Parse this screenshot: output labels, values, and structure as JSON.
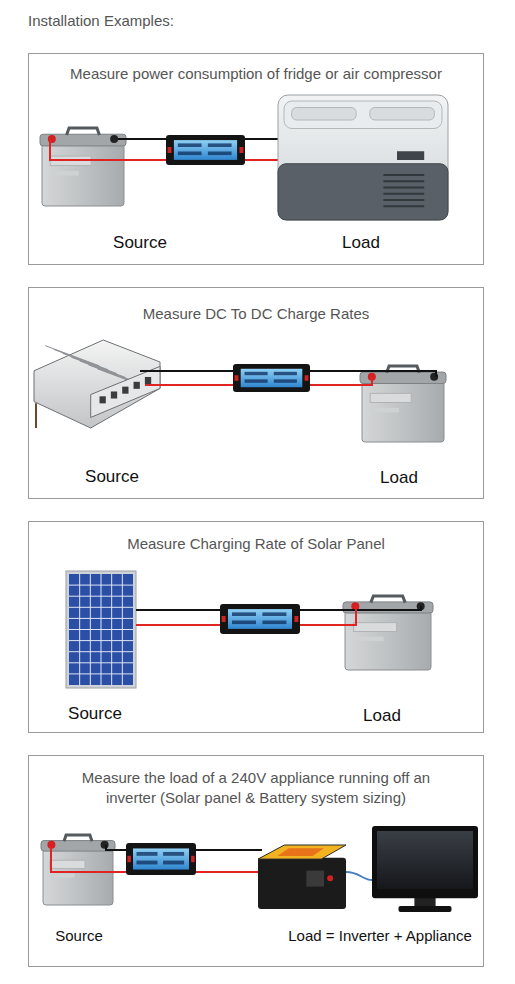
{
  "diagram": {
    "title": "Installation Examples:",
    "nodes": [
      {
        "text": [
          "Measure power consumption of fridge or air compressor"
        ]
      },
      {
        "text": [
          "Measure DC To DC Charge Rates"
        ]
      },
      {
        "text": [
          "Measure Charging Rate of Solar Panel"
        ]
      },
      {
        "text": [
          "Measure the load of a 240V appliance running off an inverter (Solar panel & Battery system sizing)"
        ]
      }
    ],
    "labels": [
      "Source",
      "Load",
      "Source",
      "Load",
      "Source",
      "Load",
      "Source",
      "Load = Inverter + Appliance"
    ]
  }
}
